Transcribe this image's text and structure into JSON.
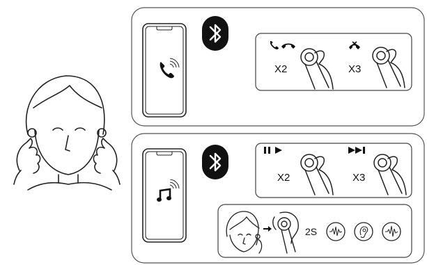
{
  "call_panel": {
    "label_answer_hangup": "X2",
    "label_reject": "X3",
    "icons": [
      "phone-call-icon",
      "bluetooth-icon",
      "answer-call-icon",
      "hang-up-icon",
      "reject-call-icon"
    ]
  },
  "music_panel": {
    "label_play_pause": "X2",
    "label_next_track": "X3",
    "label_hold": "2S",
    "icons": [
      "music-note-icon",
      "bluetooth-icon",
      "play-pause-icon",
      "next-track-icon",
      "arrow-right-icon",
      "sound-wave-icon",
      "ear-icon"
    ]
  }
}
